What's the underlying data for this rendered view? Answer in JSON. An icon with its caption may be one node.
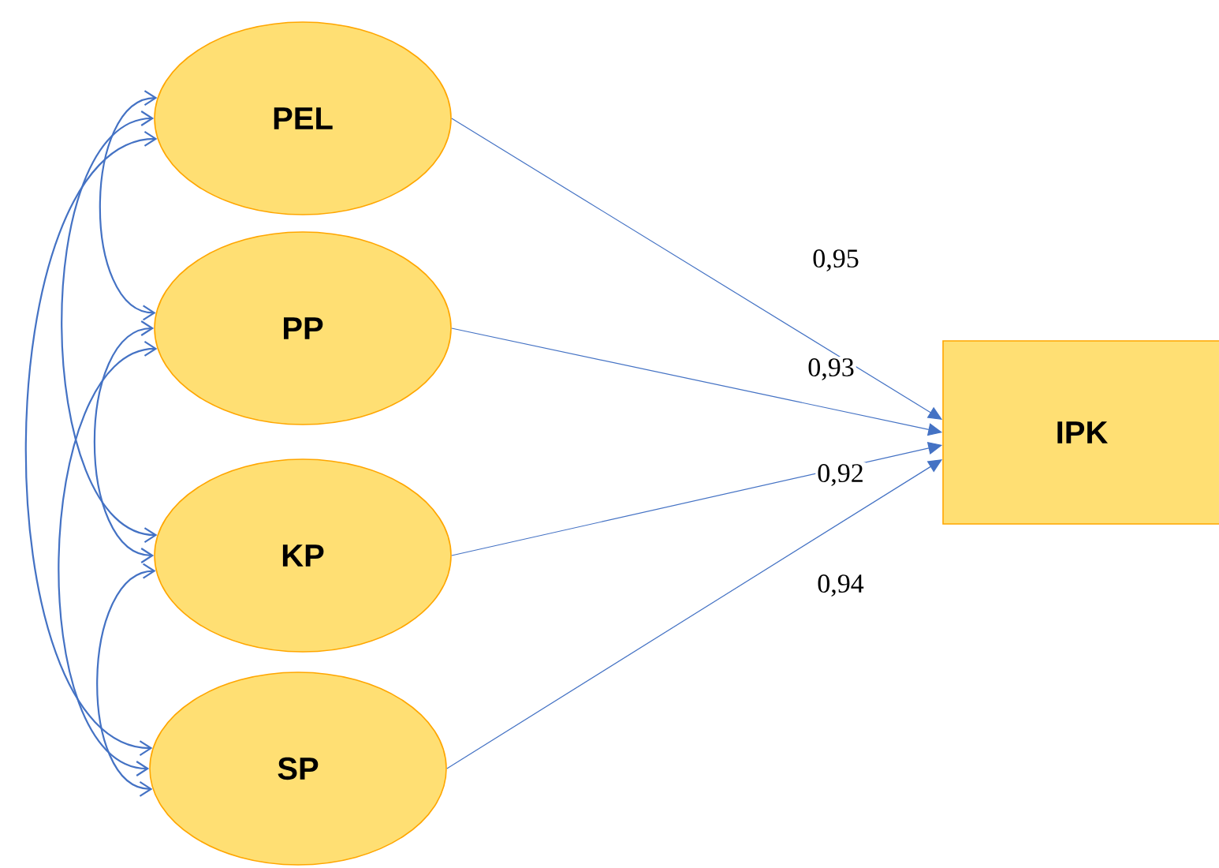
{
  "diagram": {
    "nodes": [
      {
        "text": [
          "PEL"
        ]
      },
      {
        "text": [
          "PP"
        ]
      },
      {
        "text": [
          "KP"
        ]
      },
      {
        "text": [
          "SP"
        ]
      },
      {
        "text": [
          "IPK"
        ]
      }
    ],
    "edges": [
      {
        "from": 0,
        "to": 4,
        "arrow": "to",
        "label": "0,95"
      },
      {
        "from": 1,
        "to": 4,
        "arrow": "to",
        "label": "0,93"
      },
      {
        "from": 2,
        "to": 4,
        "arrow": "to",
        "label": "0,92"
      },
      {
        "from": 3,
        "to": 4,
        "arrow": "to",
        "label": "0,94"
      },
      {
        "from": 0,
        "to": 1,
        "arrow": "both"
      },
      {
        "from": 0,
        "to": 2,
        "arrow": "both"
      },
      {
        "from": 0,
        "to": 3,
        "arrow": "both"
      },
      {
        "from": 1,
        "to": 2,
        "arrow": "both"
      },
      {
        "from": 1,
        "to": 3,
        "arrow": "both"
      },
      {
        "from": 2,
        "to": 3,
        "arrow": "both"
      }
    ]
  }
}
